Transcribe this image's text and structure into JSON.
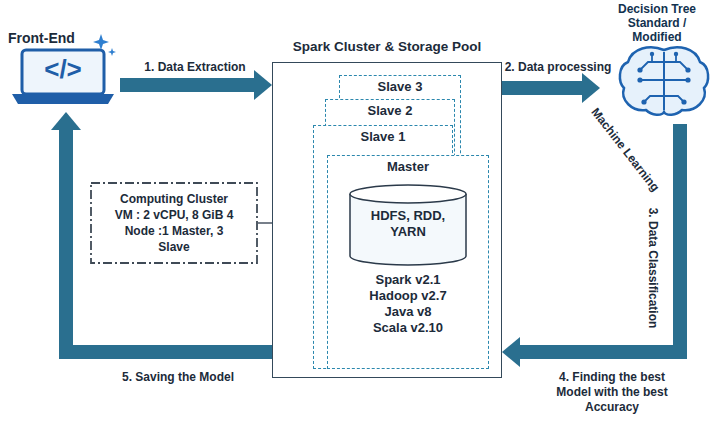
{
  "diagram": {
    "nodes": [
      {
        "text": [
          "Front-End",
          "</>"
        ]
      },
      {
        "text": [
          "Spark Cluster & Storage Pool"
        ]
      },
      {
        "text": [
          "Slave 3"
        ],
        "in": 1
      },
      {
        "text": [
          "Slave 2"
        ],
        "in": 1
      },
      {
        "text": [
          "Slave 1"
        ],
        "in": 1
      },
      {
        "text": [
          "Master",
          "Spark v2.1 Hadoop v2.7 Java v8 Scala v2.10"
        ],
        "in": 1
      },
      {
        "text": [
          "HDFS, RDD, YARN"
        ],
        "in": 5
      },
      {
        "text": [
          "Decision Tree Standard / Modified"
        ]
      },
      {
        "text": [
          "Computing Cluster VM : 2 vCPU, 8 GiB 4 Node :1 Master, 3 Slave"
        ]
      }
    ],
    "edges": [
      {
        "from": 0,
        "to": 1,
        "label": "1. Data Extraction",
        "arrow": "to"
      },
      {
        "from": 1,
        "to": 7,
        "label": "2. Data processing",
        "arrow": "to"
      },
      {
        "from": 7,
        "to": 1,
        "label": "3. Data Classification",
        "arrow": "to"
      },
      {
        "from": 1,
        "to": 0,
        "label": "5. Saving the Model",
        "arrow": "to"
      },
      {
        "from": 8,
        "to": 1,
        "arrow": "none"
      }
    ],
    "labels": [
      "Machine Learning",
      "4. Finding the best Model with the best Accuracy"
    ]
  }
}
